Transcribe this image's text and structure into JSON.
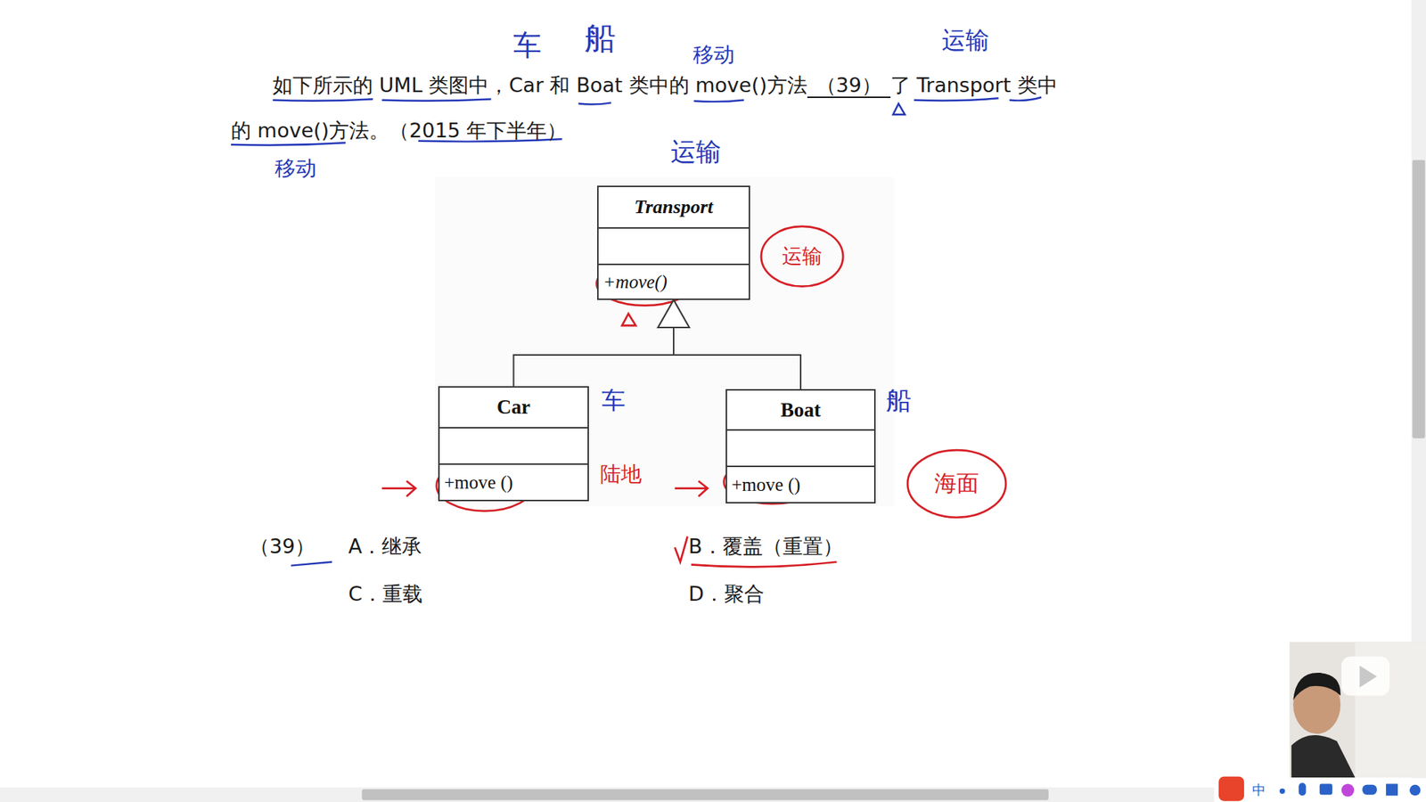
{
  "diagram": {
    "nodes": [
      {
        "text": [
          "Transport",
          "+move()"
        ]
      },
      {
        "text": [
          "Car",
          "+move ()"
        ]
      },
      {
        "text": [
          "Boat",
          "+move ()"
        ]
      }
    ],
    "edges": [
      {
        "from": 1,
        "to": 0,
        "arrow": "to"
      },
      {
        "from": 2,
        "to": 0,
        "arrow": "to"
      }
    ],
    "labels": [
      "如下所示的 UML 类图中，Car 和 Boat 类中的 move()方法",
      "（39）",
      "了 Transport 类中的 move()方法。（2015 年下半年）",
      "（39）",
      "A．继承",
      "B．覆盖（重置）",
      "C．重载",
      "D．聚合",
      "车",
      "船",
      "移动",
      "运输",
      "移动",
      "运输",
      "运输",
      "车",
      "船",
      "陆地",
      "海面",
      "中"
    ]
  }
}
